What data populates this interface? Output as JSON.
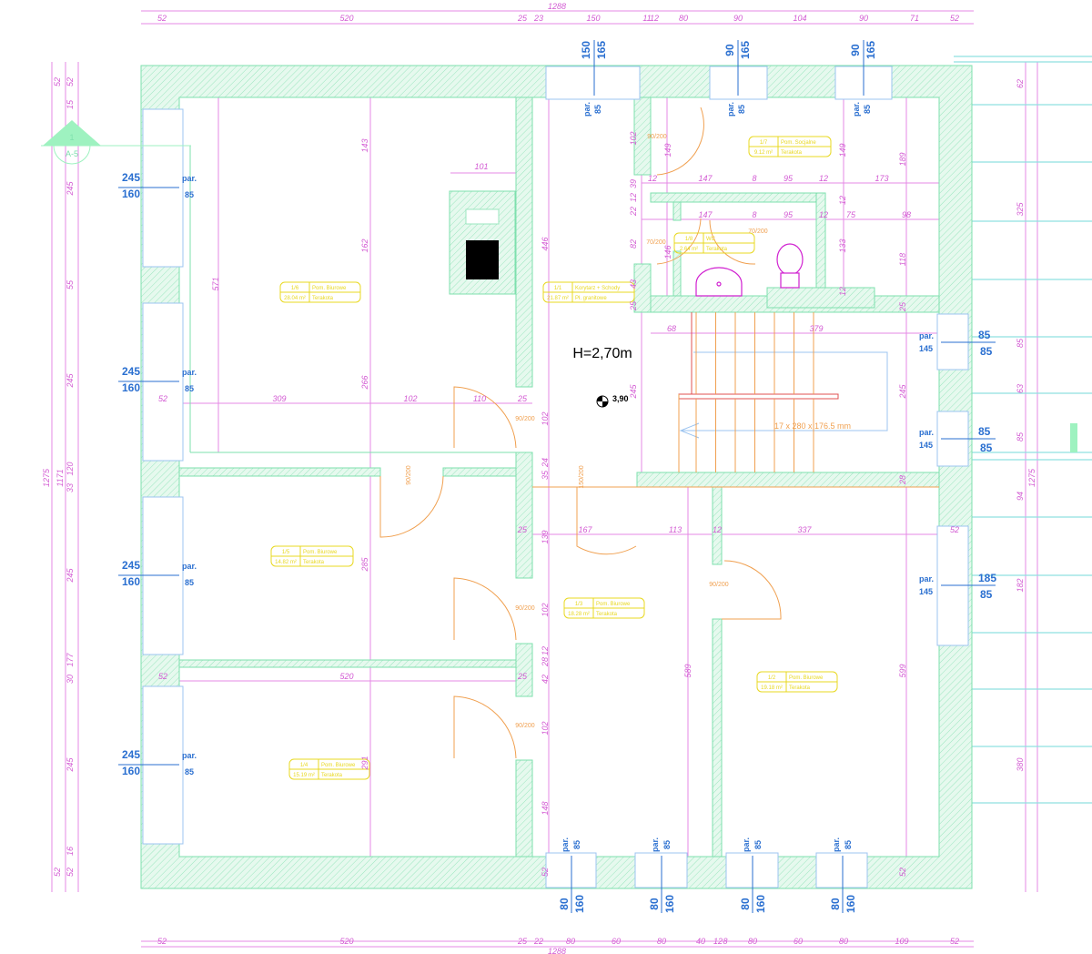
{
  "colors": {
    "wall": "#7ee0ad",
    "dimension": "#d35bd3",
    "door": "#f0a050",
    "window": "#2a6fd0",
    "room_tag": "#e8d820"
  },
  "dimensions_top": {
    "total": "1288",
    "segments": [
      "52",
      "520",
      "25",
      "23",
      "150",
      "11",
      "12",
      "80",
      "90",
      "104",
      "90",
      "71",
      "52"
    ]
  },
  "dimensions_bottom": {
    "total": "1288",
    "segments": [
      "52",
      "520",
      "25",
      "22",
      "80",
      "60",
      "80",
      "40",
      "12",
      "8",
      "80",
      "60",
      "80",
      "109",
      "52"
    ]
  },
  "dimensions_left": [
    "52",
    "52",
    "15",
    "245",
    "55",
    "245",
    "33",
    "120",
    "245",
    "30",
    "177",
    "245",
    "16",
    "52",
    "52",
    "1275",
    "1171"
  ],
  "dimensions_right": [
    "62",
    "325",
    "85",
    "63",
    "85",
    "94",
    "1275",
    "182",
    "380"
  ],
  "interior_dims": [
    "101",
    "143",
    "571",
    "162",
    "266",
    "309",
    "102",
    "110",
    "25",
    "52",
    "446",
    "102",
    "39",
    "12",
    "22",
    "82",
    "43",
    "25",
    "149",
    "146",
    "245",
    "102",
    "24",
    "35",
    "147",
    "8",
    "95",
    "12",
    "173",
    "12",
    "149",
    "189",
    "147",
    "8",
    "95",
    "12",
    "75",
    "98",
    "133",
    "118",
    "12",
    "12",
    "25",
    "68",
    "379",
    "245",
    "28",
    "25",
    "139",
    "167",
    "113",
    "12",
    "337",
    "52",
    "285",
    "102",
    "589",
    "599",
    "12",
    "28",
    "42",
    "102",
    "148",
    "52",
    "52",
    "520",
    "25",
    "291",
    "52"
  ],
  "doors": [
    "90/200",
    "90/200",
    "90/200",
    "90/200",
    "90/200",
    "70/200",
    "70/200",
    "150/200",
    "90/200"
  ],
  "windows_left": [
    {
      "height": "245",
      "width": "160",
      "sill_label": "par.",
      "sill": "85"
    },
    {
      "height": "245",
      "width": "160",
      "sill_label": "par.",
      "sill": "85"
    },
    {
      "height": "245",
      "width": "160",
      "sill_label": "par.",
      "sill": "85"
    },
    {
      "height": "245",
      "width": "160",
      "sill_label": "par.",
      "sill": "85"
    }
  ],
  "windows_top": [
    {
      "width": "150",
      "height": "165",
      "sill_label": "par.",
      "sill": "85"
    },
    {
      "width": "90",
      "height": "165",
      "sill_label": "par.",
      "sill": "85"
    },
    {
      "width": "90",
      "height": "165",
      "sill_label": "par.",
      "sill": "85"
    }
  ],
  "windows_right": [
    {
      "sill_label": "par.",
      "sill": "145",
      "width": "85",
      "height": "85"
    },
    {
      "sill_label": "par.",
      "sill": "145",
      "width": "85",
      "height": "85"
    },
    {
      "sill_label": "par.",
      "sill": "145",
      "width": "185",
      "height": "85"
    }
  ],
  "windows_bottom": [
    {
      "sill_label": "par.",
      "sill": "85",
      "width": "80",
      "height": "160"
    },
    {
      "sill_label": "par.",
      "sill": "85",
      "width": "80",
      "height": "160"
    },
    {
      "sill_label": "par.",
      "sill": "85",
      "width": "80",
      "height": "160"
    },
    {
      "sill_label": "par.",
      "sill": "85",
      "width": "80",
      "height": "160"
    }
  ],
  "rooms": [
    {
      "number": "1/6",
      "name": "Pom. Biurowe",
      "area": "28.04 m²",
      "floor": "Terakota"
    },
    {
      "number": "1/5",
      "name": "Pom. Biurowe",
      "area": "14.82 m²",
      "floor": "Terakota"
    },
    {
      "number": "1/3",
      "name": "Pom. Biurowe",
      "area": "18.28 m²",
      "floor": "Terakota"
    },
    {
      "number": "1/2",
      "name": "Pom. Biurowe",
      "area": "19.18 m²",
      "floor": "Terakota"
    },
    {
      "number": "1/4",
      "name": "Pom. Biurowe",
      "area": "15.19 m²",
      "floor": "Terakota"
    },
    {
      "number": "1/1",
      "name": "Korytarz + Schody",
      "area": "21.87 m²",
      "floor": "Pł. granitowe"
    },
    {
      "number": "1/7",
      "name": "Pom. Socjalne",
      "area": "9.12 m²",
      "floor": "Terakota"
    },
    {
      "number": "1/8",
      "name": "WC",
      "area": "2.64 m²",
      "floor": "Terakota"
    }
  ],
  "height_label": "H=2,70m",
  "level_mark": "3,90",
  "stairs_label": "17 x 280 x 176.5 mm",
  "section_marker": {
    "number": "1",
    "sheet": "A-5"
  }
}
